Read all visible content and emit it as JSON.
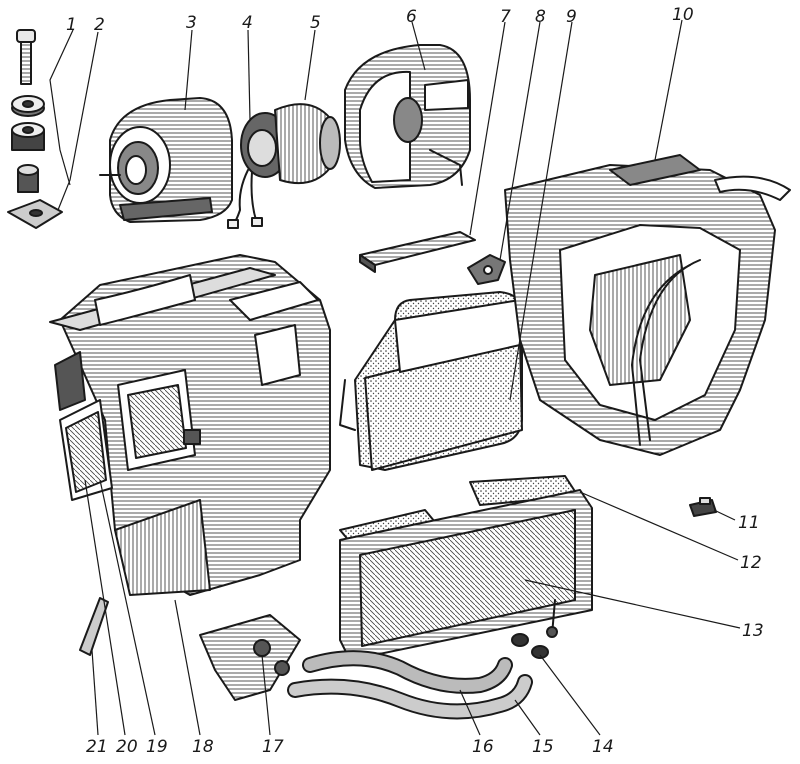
{
  "labels": [
    "1",
    "2",
    "3",
    "4",
    "5",
    "6",
    "7",
    "8",
    "9",
    "10",
    "11",
    "12",
    "13",
    "14",
    "15",
    "16",
    "17",
    "18",
    "19",
    "20",
    "21"
  ],
  "colors": {
    "ink": "#1a1a1a",
    "paper": "#ffffff",
    "shade": "#9a9a9a",
    "mid": "#cfcfcf"
  }
}
